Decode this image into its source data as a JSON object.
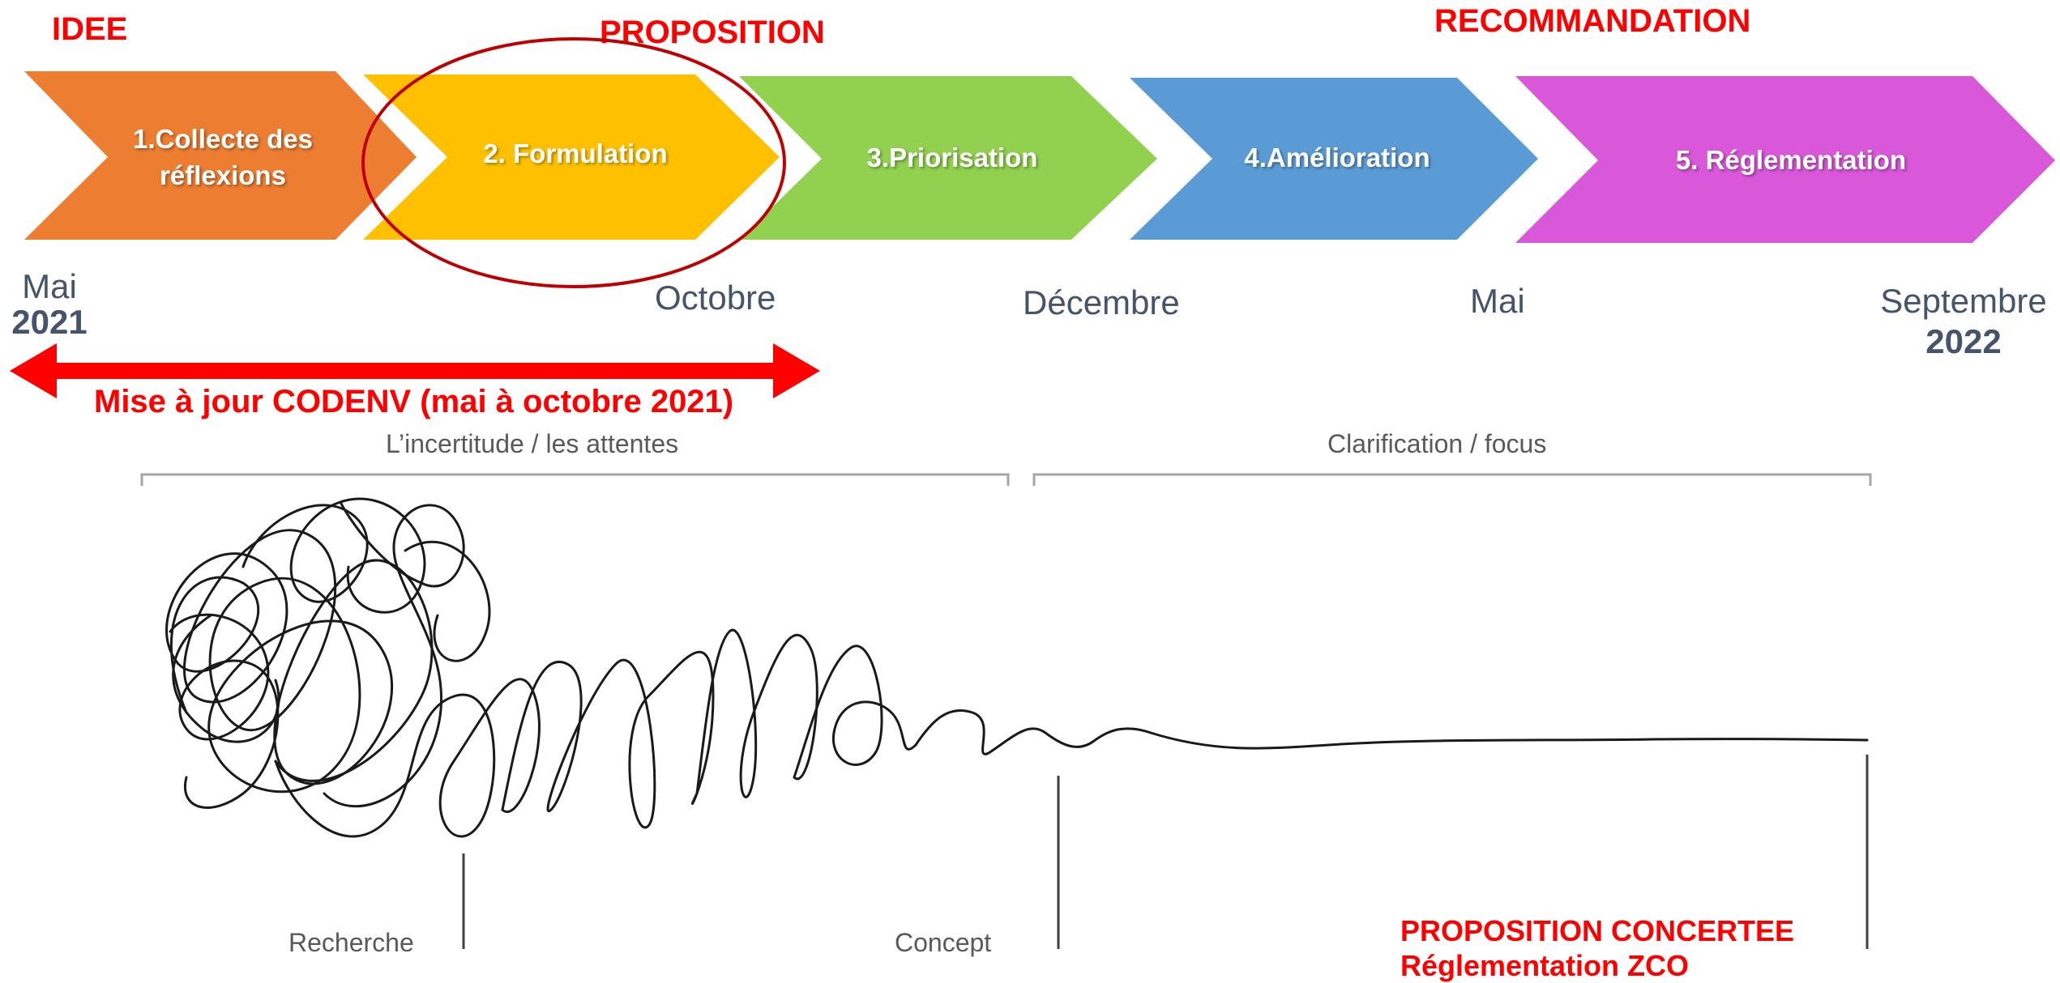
{
  "phases": {
    "idee": "IDEE",
    "proposition": "PROPOSITION",
    "recommandation": "RECOMMANDATION"
  },
  "steps": [
    {
      "label": "1.Collecte des réflexions",
      "color": "#ed7d31"
    },
    {
      "label": "2. Formulation",
      "color": "#ffc000"
    },
    {
      "label": "3.Priorisation",
      "color": "#92d050"
    },
    {
      "label": "4.Amélioration",
      "color": "#5b9bd5"
    },
    {
      "label": "5. Réglementation",
      "color": "#d957d9"
    }
  ],
  "highlight_color": "#c00000",
  "dates": {
    "start_month": "Mai",
    "start_year": "2021",
    "octobre": "Octobre",
    "decembre": "Décembre",
    "mai": "Mai",
    "end_month": "Septembre",
    "end_year": "2022"
  },
  "update_period": {
    "label": "Mise à jour CODENV (mai à octobre 2021)",
    "color": "#ff0000"
  },
  "sketch": {
    "left_bracket_label": "L’incertitude / les attentes",
    "right_bracket_label": "Clarification / focus",
    "recherche": "Recherche",
    "concept": "Concept"
  },
  "outcome": {
    "line1": "PROPOSITION CONCERTEE",
    "line2": "Réglementation ZCO"
  }
}
